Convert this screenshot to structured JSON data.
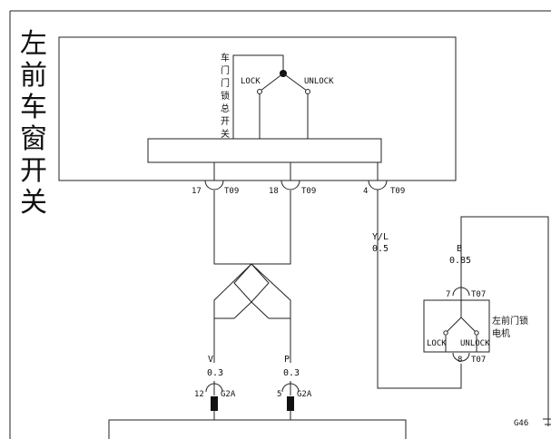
{
  "module_title_chars": [
    "左",
    "前",
    "车",
    "窗",
    "开",
    "关"
  ],
  "main_switch": {
    "label_chars": [
      "车",
      "门",
      "门",
      "锁",
      "总",
      "开",
      "关"
    ],
    "lock_label": "LOCK",
    "unlock_label": "UNLOCK"
  },
  "connectors": {
    "t09_pin17": {
      "pin": "17",
      "name": "T09"
    },
    "t09_pin18": {
      "pin": "18",
      "name": "T09"
    },
    "t09_pin4": {
      "pin": "4",
      "name": "T09"
    },
    "t07_pin7": {
      "pin": "7",
      "name": "T07"
    },
    "t07_pin8": {
      "pin": "8",
      "name": "T07"
    },
    "g2a_pin12": {
      "pin": "12",
      "name": "G2A"
    },
    "g2a_pin5": {
      "pin": "5",
      "name": "G2A"
    }
  },
  "wires": {
    "yl": {
      "color": "Y/L",
      "size": "0.5"
    },
    "b": {
      "color": "B",
      "size": "0.85"
    },
    "v": {
      "color": "V",
      "size": "0.3"
    },
    "p": {
      "color": "P",
      "size": "0.3"
    }
  },
  "motor": {
    "label_line1": "左前门锁",
    "label_line2": "电机",
    "lock_label": "LOCK",
    "unlock_label": "UNLOCK"
  },
  "ground": {
    "label": "G46"
  }
}
